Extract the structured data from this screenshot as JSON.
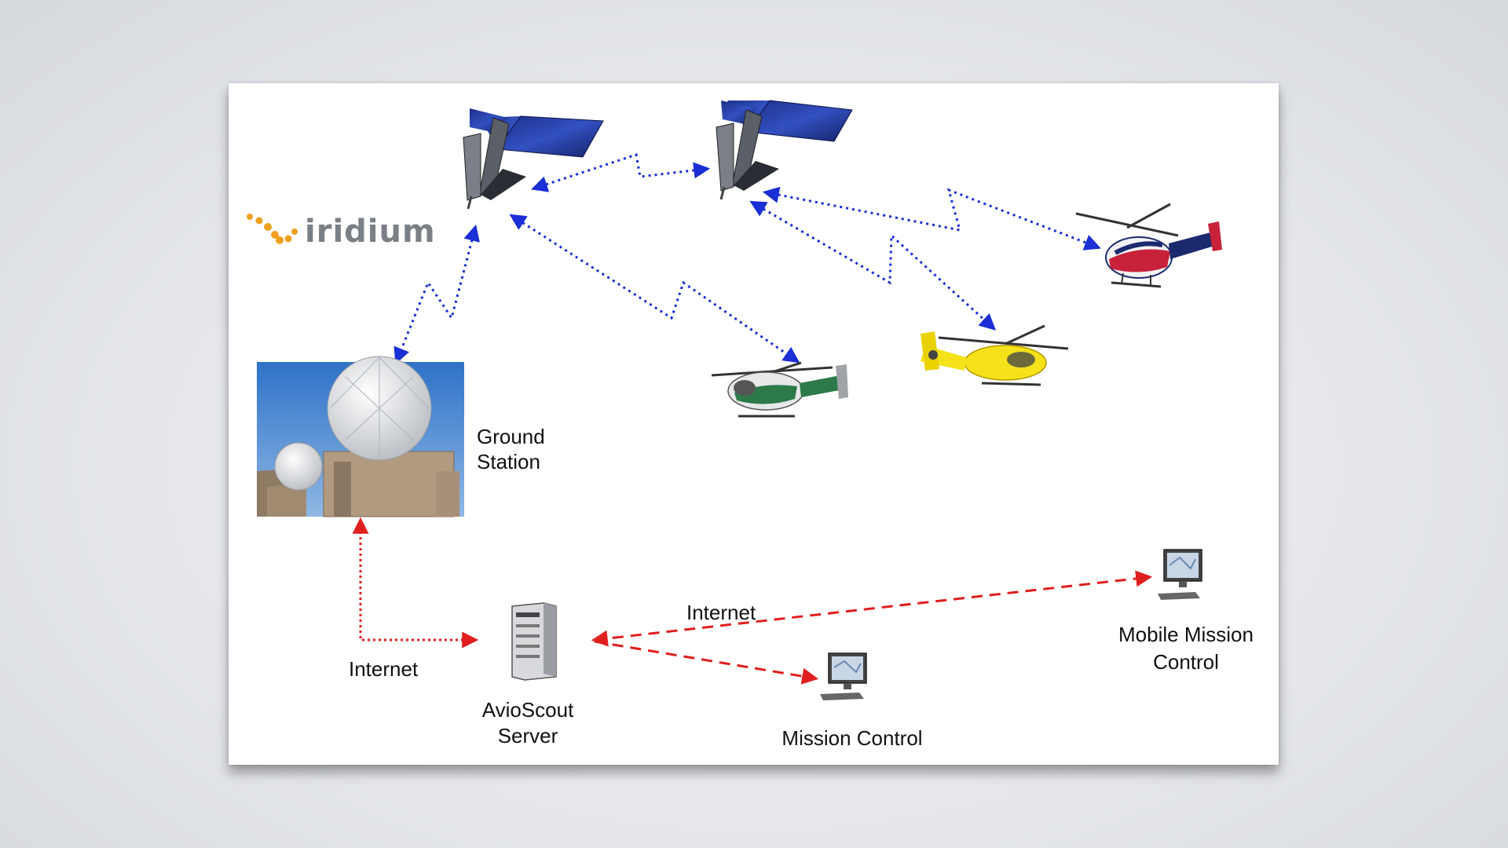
{
  "logo": {
    "text": "iridium"
  },
  "nodes": {
    "ground_station": {
      "label_line1": "Ground",
      "label_line2": "Station"
    },
    "server": {
      "label_line1": "AvioScout",
      "label_line2": "Server"
    },
    "mission_control": {
      "label": "Mission Control"
    },
    "mobile_mission_control": {
      "label_line1": "Mobile Mission",
      "label_line2": "Control"
    }
  },
  "links": {
    "internet_ground": "Internet",
    "internet_remote": "Internet"
  },
  "colors": {
    "satellite_link": "#1a2fd6",
    "internet_link": "#e01f1f",
    "logo_dots": "#f0a020"
  }
}
